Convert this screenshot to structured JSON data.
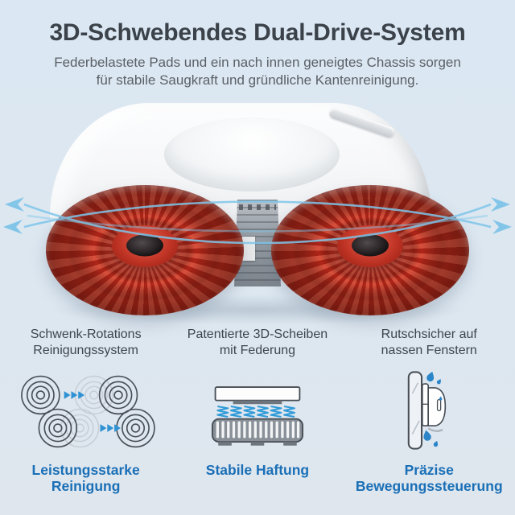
{
  "header": {
    "title": "3D-Schwebendes Dual-Drive-System",
    "subtitle": "Federbelastete Pads und ein nach innen geneigtes Chassis sorgen\nfür stabile Saugkraft und gründliche Kantenreinigung."
  },
  "hero": {
    "image": "window-cleaning-robot-underside",
    "pad_color": "#c23325",
    "body_color": "#f4f5f7",
    "arrow_color": "#7cc3e8"
  },
  "features": [
    {
      "heading": "Schwenk-Rotations\nReinigungssystem",
      "icon": "rotating-pads-icon",
      "label": "Leistungsstarke\nReinigung"
    },
    {
      "heading": "Patentierte 3D-Scheiben\nmit Federung",
      "icon": "spring-suspension-disc-icon",
      "label": "Stabile Haftung"
    },
    {
      "heading": "Rutschsicher auf\nnassen Fenstern",
      "icon": "wet-window-grip-icon",
      "label": "Präzise\nBewegungssteuerung"
    }
  ],
  "colors": {
    "background": "#dce7f1",
    "title_text": "#3b424a",
    "body_text": "#5b6066",
    "accent_blue": "#1a6fb6"
  }
}
